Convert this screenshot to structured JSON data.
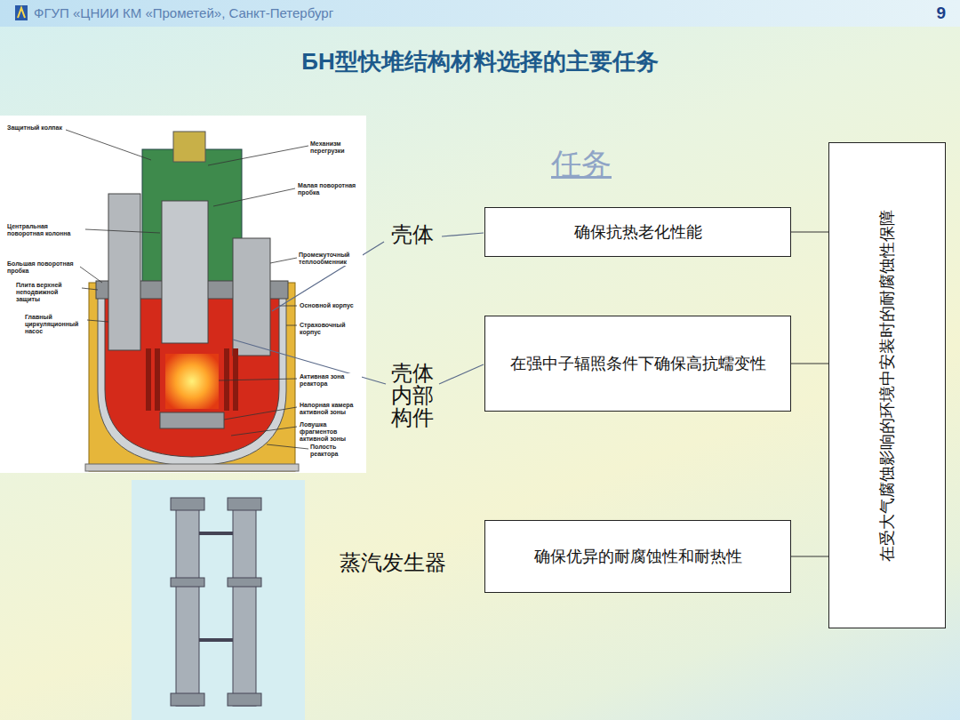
{
  "diagram": {
    "title": "БН型快堆结构材料选择的主要任务",
    "nodes": [
      {
        "text": [
          "确保抗热老化性能"
        ]
      },
      {
        "text": [
          "在强中子辐照条件下确保高抗蠕变性"
        ]
      },
      {
        "text": [
          "确保优异的耐腐蚀性和耐热性"
        ]
      },
      {
        "text": [
          "在受大气腐蚀影响的环境中安装时的耐腐蚀性保障"
        ]
      }
    ],
    "edges": [
      {
        "from": 0,
        "to": 3,
        "arrow": "none"
      },
      {
        "from": 1,
        "to": 3,
        "arrow": "none"
      },
      {
        "from": 2,
        "to": 3,
        "arrow": "none"
      }
    ],
    "labels": [
      "ФГУП «ЦНИИ КМ «Прометей», Санкт-Петербург",
      "9",
      "任务",
      "壳体",
      "壳体内部构件",
      "蒸汽发生器",
      "Защитный колпак",
      "Механизм перегрузки",
      "Малая поворотная пробка",
      "Центральная поворотная колонна",
      "Большая поворотная пробка",
      "Промежуточный теплообменник",
      "Плита верхней неподвижной защиты",
      "Основной корпус",
      "Главный циркуляционный насос",
      "Страховочный корпус",
      "Активная зона реактора",
      "Напорная камера активной зоны",
      "Ловушка фрагментов активной зоны",
      "Полость реактора"
    ]
  }
}
